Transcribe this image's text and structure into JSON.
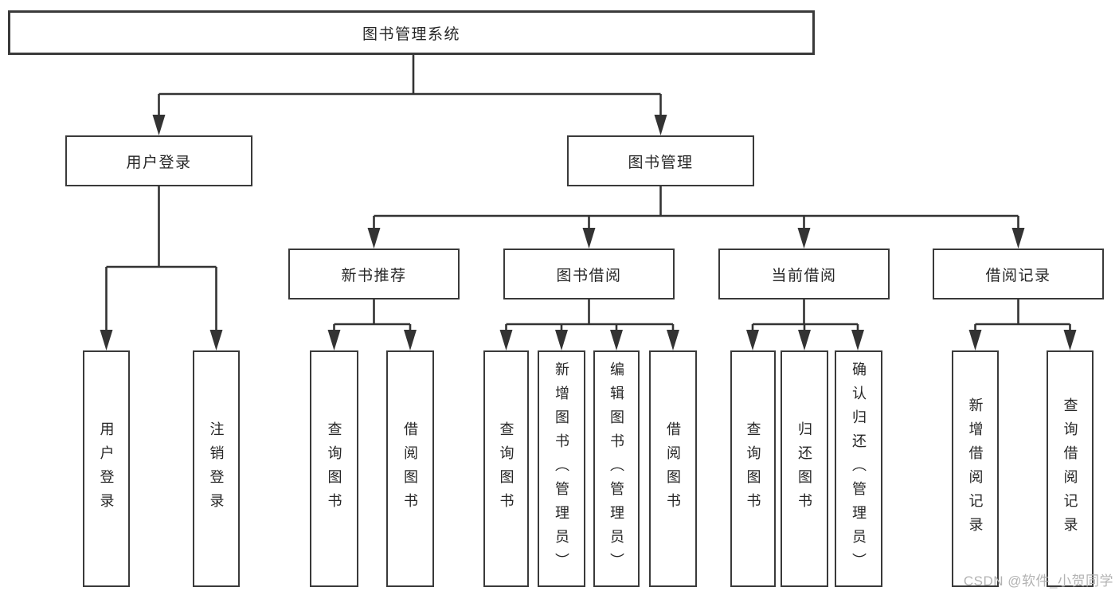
{
  "diagram": {
    "type": "hierarchy-tree",
    "orientation": "top-down",
    "hierarchy": {
      "图书管理系统": [
        "用户登录",
        "图书管理"
      ],
      "用户登录": [
        "用户登录",
        "注销登录"
      ],
      "图书管理": [
        "新书推荐",
        "图书借阅",
        "当前借阅",
        "借阅记录"
      ],
      "新书推荐": [
        "查询图书",
        "借阅图书"
      ],
      "图书借阅": [
        "查询图书",
        "新增图书（管理员）",
        "编辑图书（管理员）",
        "借阅图书"
      ],
      "当前借阅": [
        "查询图书",
        "归还图书",
        "确认归还（管理员）"
      ],
      "借阅记录": [
        "新增借阅记录",
        "查询借阅记录"
      ]
    }
  },
  "nodes": [
    {
      "id": "root",
      "level": 1,
      "label": "图书管理系统"
    },
    {
      "id": "user-login",
      "level": 2,
      "label": "用户登录"
    },
    {
      "id": "book-management",
      "level": 2,
      "label": "图书管理"
    },
    {
      "id": "new-book-recommend",
      "level": 3,
      "label": "新书推荐"
    },
    {
      "id": "book-borrowing",
      "level": 3,
      "label": "图书借阅"
    },
    {
      "id": "current-borrowing",
      "level": 3,
      "label": "当前借阅"
    },
    {
      "id": "borrowing-records",
      "level": 3,
      "label": "借阅记录"
    },
    {
      "id": "leaf-user-login",
      "level": 4,
      "label": "用户登录"
    },
    {
      "id": "leaf-logout",
      "level": 4,
      "label": "注销登录"
    },
    {
      "id": "leaf-query-books-1",
      "level": 4,
      "label": "查询图书"
    },
    {
      "id": "leaf-borrow-books-1",
      "level": 4,
      "label": "借阅图书"
    },
    {
      "id": "leaf-query-books-2",
      "level": 4,
      "label": "查询图书"
    },
    {
      "id": "leaf-add-books-admin",
      "level": 4,
      "label": "新增图书（管理员）"
    },
    {
      "id": "leaf-edit-books-admin",
      "level": 4,
      "label": "编辑图书（管理员）"
    },
    {
      "id": "leaf-borrow-books-2",
      "level": 4,
      "label": "借阅图书"
    },
    {
      "id": "leaf-query-books-3",
      "level": 4,
      "label": "查询图书"
    },
    {
      "id": "leaf-return-books",
      "level": 4,
      "label": "归还图书"
    },
    {
      "id": "leaf-confirm-return-admin",
      "level": 4,
      "label": "确认归还（管理员）"
    },
    {
      "id": "leaf-add-borrow-record",
      "level": 4,
      "label": "新增借阅记录"
    },
    {
      "id": "leaf-query-borrow-record",
      "level": 4,
      "label": "查询借阅记录"
    }
  ],
  "watermark": {
    "text": "CSDN @软件_小贺同学"
  },
  "colors": {
    "background": "#ffffff",
    "box_border": "#3a3a3a",
    "connector_line": "#333333",
    "text": "#262626",
    "watermark_text": "#b3b3b3"
  }
}
